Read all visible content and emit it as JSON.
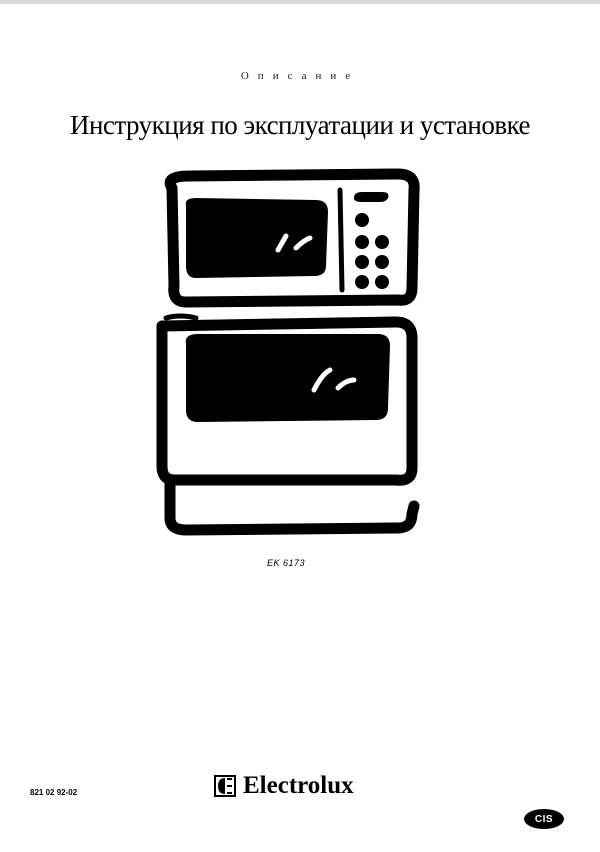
{
  "header": {
    "subtitle": "Описание",
    "title": "Инструкция по эксплуатации и установке"
  },
  "illustration": {
    "icon": "oven-cooker-icon"
  },
  "product": {
    "model": "EK 6173"
  },
  "footer": {
    "doc_code": "821 02 92-02",
    "brand_name": "Electrolux",
    "brand_logo_icon": "electrolux-logo-icon",
    "region_badge": "CIS"
  }
}
